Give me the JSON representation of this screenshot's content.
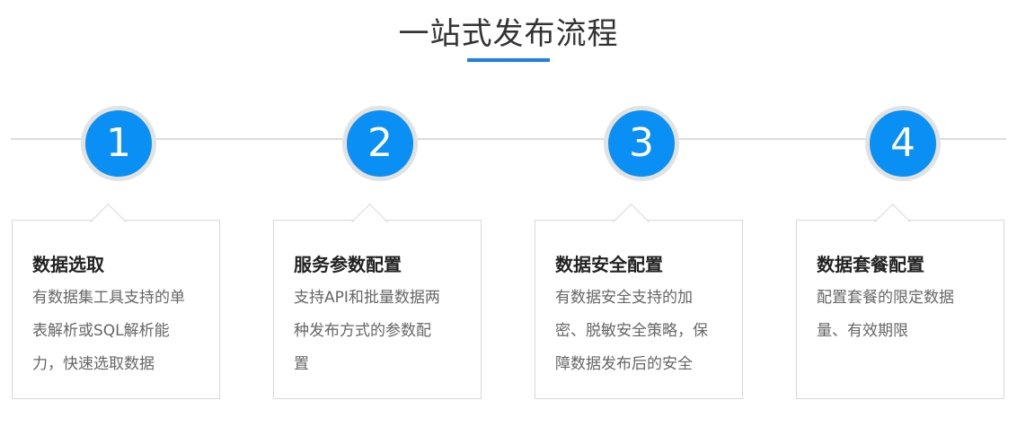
{
  "page": {
    "title": "一站式发布流程"
  },
  "colors": {
    "accent": "#0a8ff5",
    "underline": "#1b7ff0",
    "circle_ring": "#e2e2e2",
    "timeline": "#dddddd",
    "card_border": "#d8d8d8"
  },
  "steps": [
    {
      "number": "1",
      "title": "数据选取",
      "lines": [
        "有数据集工具支持的单",
        "表解析或SQL解析能",
        "力，快速选取数据"
      ]
    },
    {
      "number": "2",
      "title": "服务参数配置",
      "lines": [
        "支持API和批量数据两",
        "种发布方式的参数配",
        "置"
      ]
    },
    {
      "number": "3",
      "title": "数据安全配置",
      "lines": [
        "有数据安全支持的加",
        "密、脱敏安全策略，保",
        "障数据发布后的安全"
      ]
    },
    {
      "number": "4",
      "title": "数据套餐配置",
      "lines": [
        "配置套餐的限定数据",
        "量、有效期限"
      ]
    }
  ]
}
